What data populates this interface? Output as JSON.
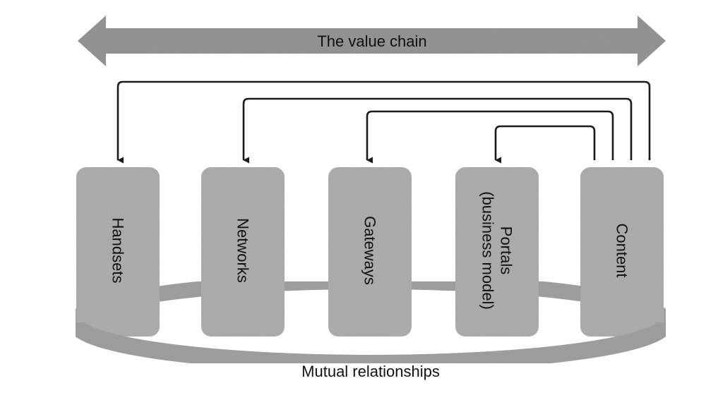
{
  "diagram": {
    "value_chain_label": "The value chain",
    "relationships_label": "Mutual relationships",
    "boxes": [
      {
        "lines": [
          "Handsets"
        ]
      },
      {
        "lines": [
          "Networks"
        ]
      },
      {
        "lines": [
          "Gateways"
        ]
      },
      {
        "lines": [
          "Portals",
          "(business model)"
        ]
      },
      {
        "lines": [
          "Content"
        ]
      }
    ]
  },
  "colors": {
    "box_fill": "#a9a9a9",
    "ring_fill": "#9a9a9a",
    "arrow_fill": "#8d8d8d",
    "connector_stroke": "#1a1a1a"
  }
}
